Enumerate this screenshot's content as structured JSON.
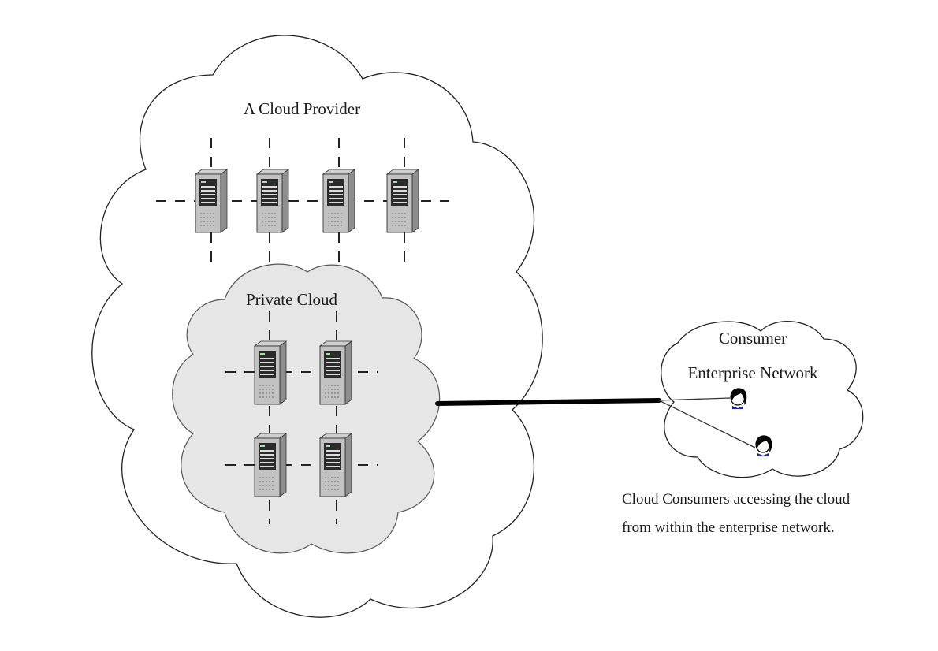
{
  "diagram": {
    "provider_cloud": {
      "label": "A Cloud Provider"
    },
    "private_cloud": {
      "label": "Private Cloud"
    },
    "consumer_cloud": {
      "label_line1": "Consumer",
      "label_line2": "Enterprise Network"
    },
    "caption": {
      "line1": "Cloud Consumers accessing the cloud",
      "line2": "from within the enterprise network."
    },
    "server_icon": "server-tower-icon",
    "user_icon": "user-head-icon",
    "colors": {
      "outline": "#222222",
      "private_fill": "#e6e6e6",
      "server_body": "#b9b9b9",
      "server_front": "#d4d4d4",
      "user_hair": "#000000",
      "user_collar": "#1a2a9a"
    }
  }
}
